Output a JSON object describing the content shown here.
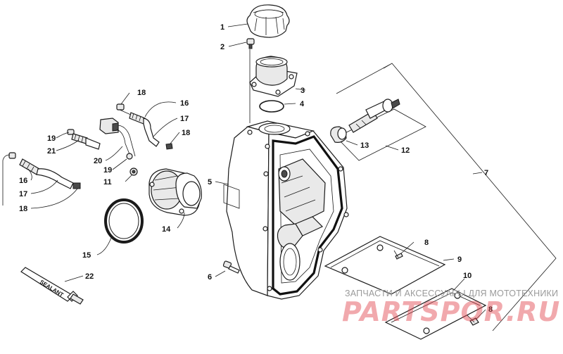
{
  "callouts": {
    "c1": "1",
    "c2": "2",
    "c3": "3",
    "c4": "4",
    "c5": "5",
    "c6": "6",
    "c7": "7",
    "c8a": "8",
    "c8b": "8",
    "c9": "9",
    "c10": "10",
    "c11": "11",
    "c12": "12",
    "c13": "13",
    "c14": "14",
    "c15": "15",
    "c16a": "16",
    "c16b": "16",
    "c17a": "17",
    "c17b": "17",
    "c18a": "18",
    "c18b": "18",
    "c18c": "18",
    "c19a": "19",
    "c19b": "19",
    "c20": "20",
    "c21": "21",
    "c22": "22"
  },
  "tube_label": "SEALANT",
  "watermark": {
    "caption": "ЗАПЧАСТИ И АКСЕССУАРЫ ДЛЯ МОТОТЕХНИКИ",
    "brand": "PARTSPOR.RU"
  },
  "colors": {
    "watermark_red": "#e2434b",
    "ink": "#1a1a1a"
  }
}
